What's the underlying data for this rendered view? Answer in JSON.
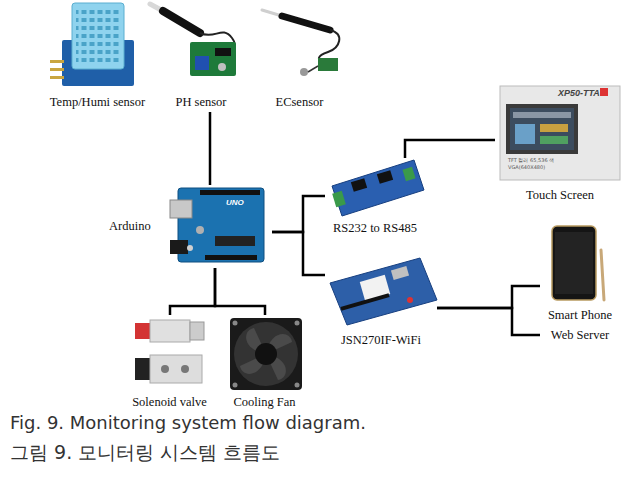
{
  "diagram": {
    "caption": "Fig. 9. Monitoring system flow diagram.",
    "nodes": [
      {
        "text": [
          "Temp/Humi sensor"
        ]
      },
      {
        "text": [
          "PH sensor"
        ]
      },
      {
        "text": [
          "ECsensor"
        ]
      },
      {
        "text": [
          "Arduino"
        ]
      },
      {
        "text": [
          "RS232 to RS485"
        ]
      },
      {
        "text": [
          "Touch Screen"
        ]
      },
      {
        "text": [
          "JSN270IF-WiFi"
        ]
      },
      {
        "text": [
          "Smart Phone"
        ]
      },
      {
        "text": [
          "Web Server"
        ]
      },
      {
        "text": [
          "Solenoid valve"
        ]
      },
      {
        "text": [
          "Cooling Fan"
        ]
      }
    ],
    "edges": [
      {
        "from": 1,
        "to": 3,
        "arrow": "none"
      },
      {
        "from": 3,
        "to": 4,
        "arrow": "none"
      },
      {
        "from": 3,
        "to": 6,
        "arrow": "none"
      },
      {
        "from": 4,
        "to": 5,
        "arrow": "none"
      },
      {
        "from": 6,
        "to": 7,
        "arrow": "none"
      },
      {
        "from": 6,
        "to": 8,
        "arrow": "none"
      },
      {
        "from": 3,
        "to": 9,
        "arrow": "none"
      },
      {
        "from": 3,
        "to": 10,
        "arrow": "none"
      }
    ],
    "labels": [
      "XP50-TTA",
      "TFT 컬러 65,536 색",
      "VGA(640X480)",
      "UNO",
      "그림 9. 모니터링 시스템 흐름도"
    ]
  }
}
